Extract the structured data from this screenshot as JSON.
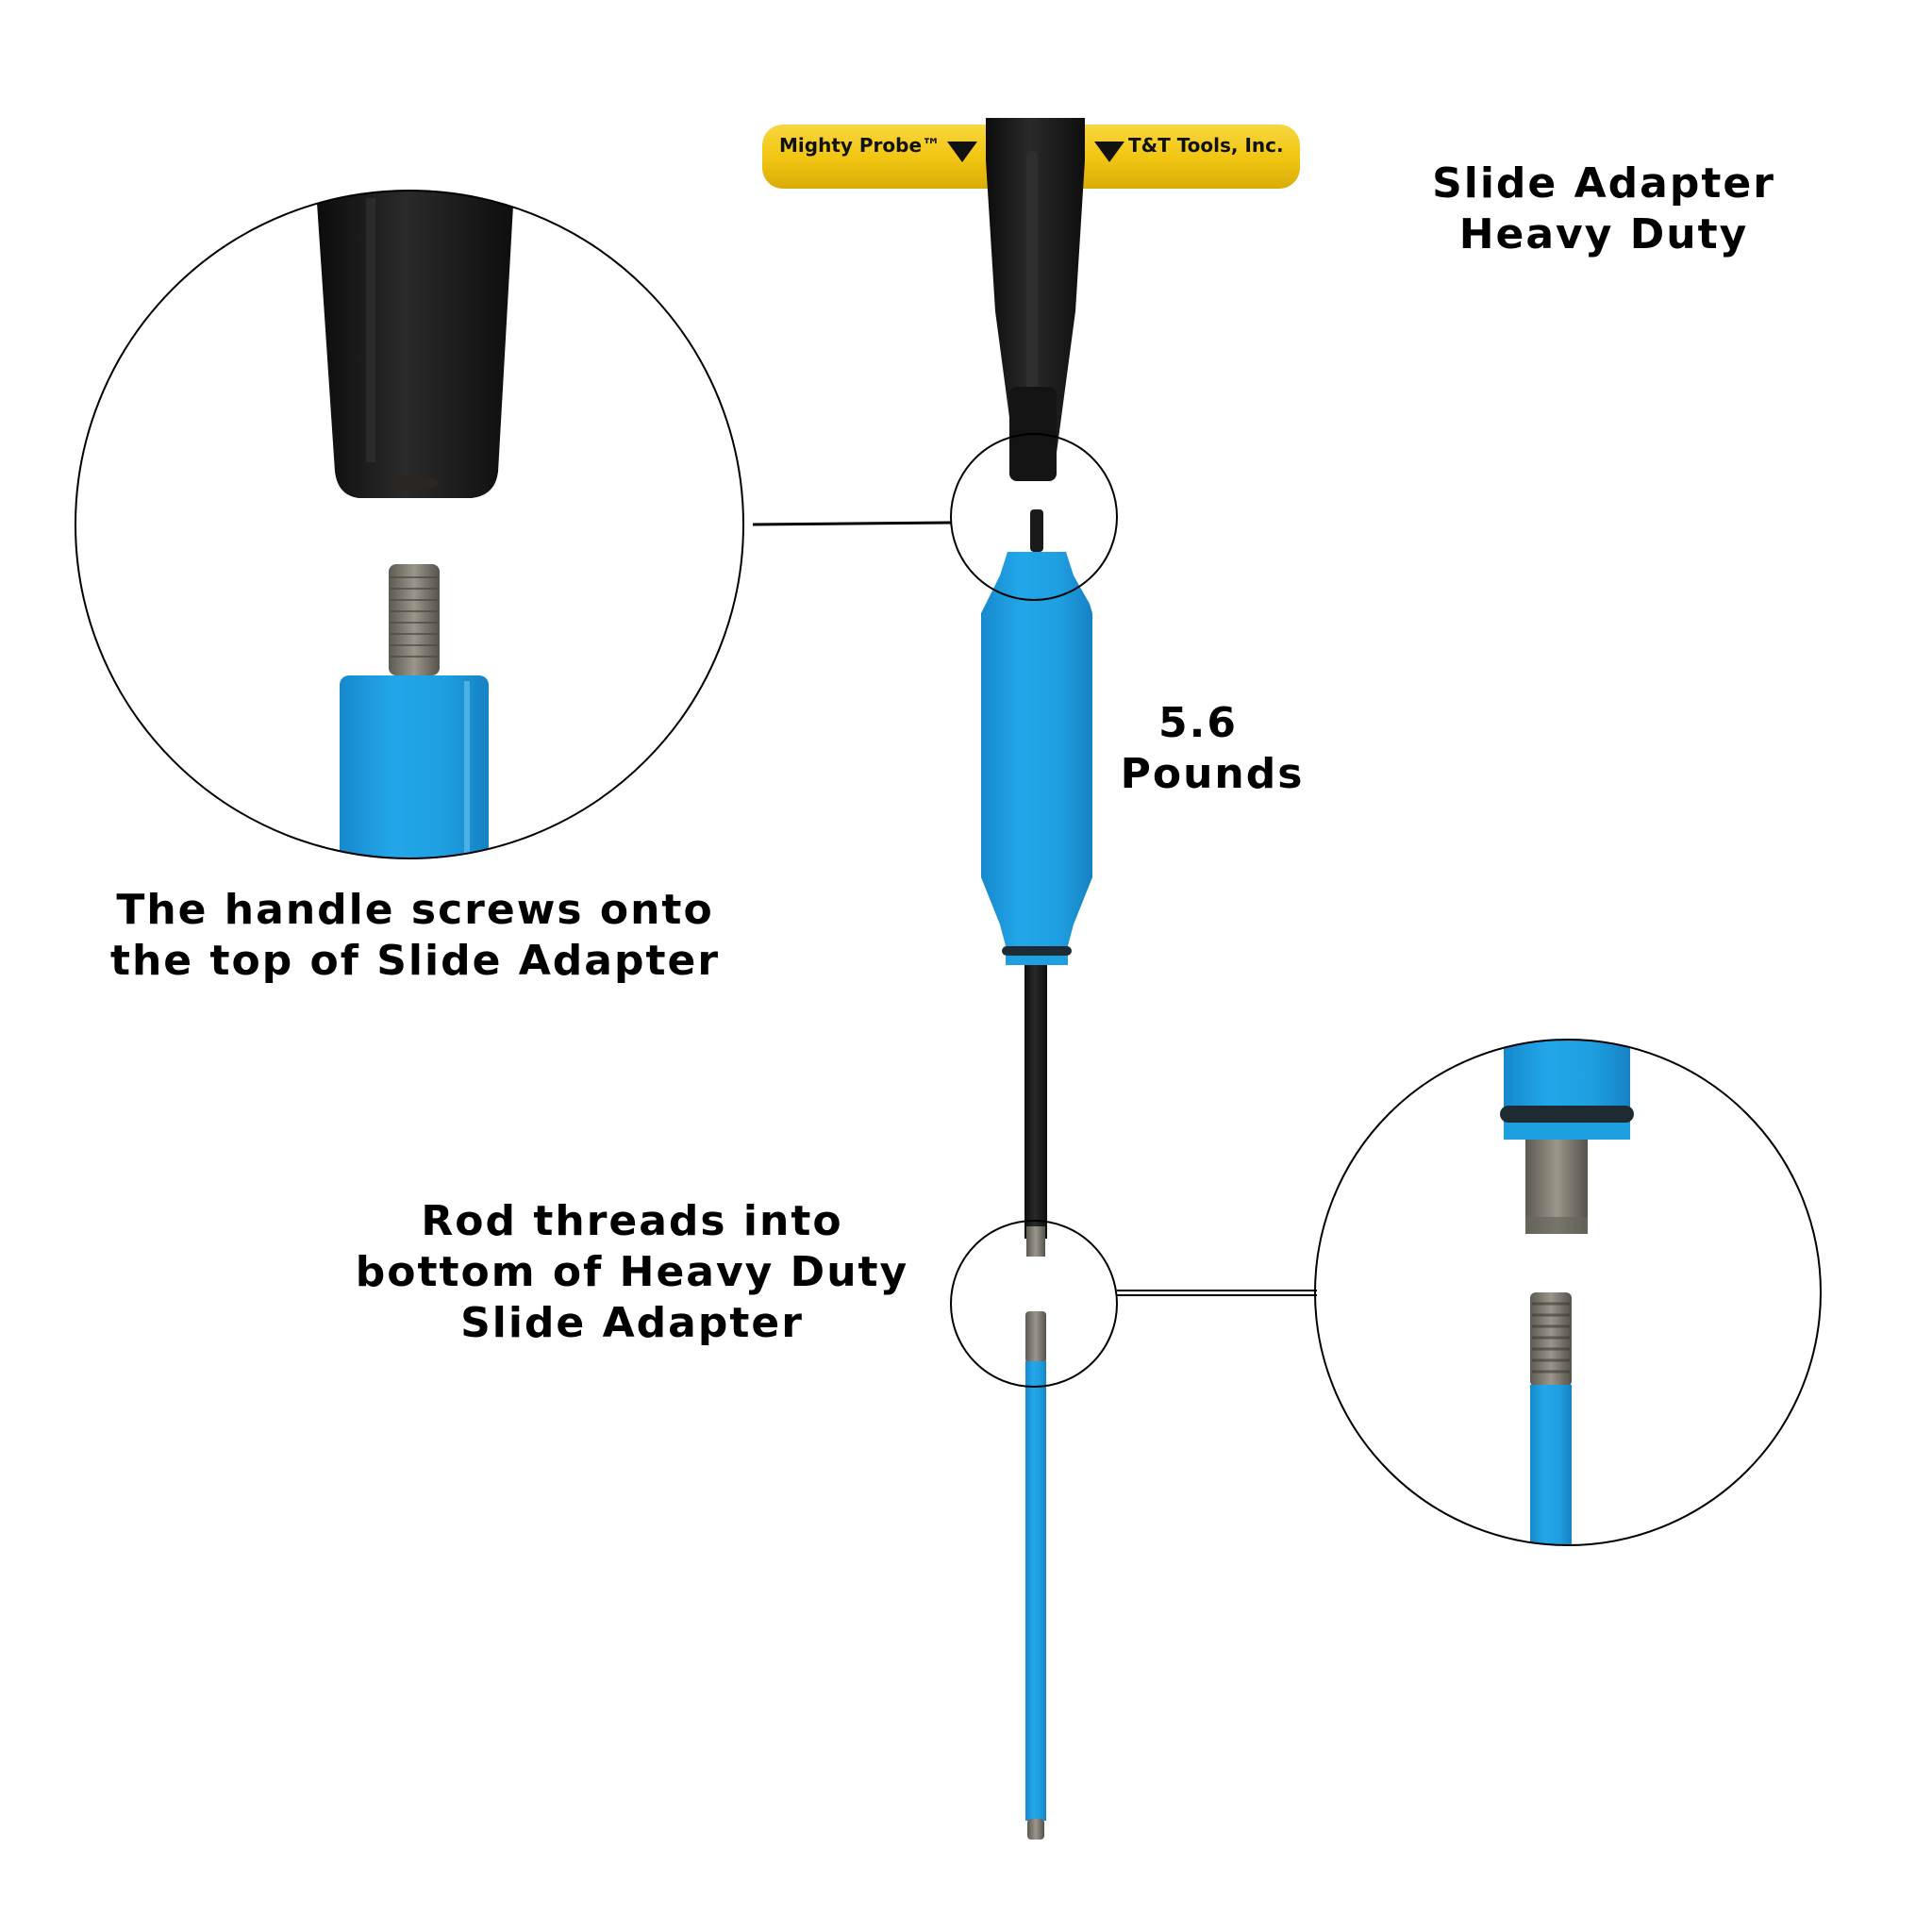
{
  "title": {
    "lines": [
      "Slide Adapter",
      "Heavy Duty"
    ]
  },
  "weight": {
    "lines": [
      "5.6",
      "Pounds"
    ]
  },
  "top_callout": {
    "lines": [
      "The handle screws onto",
      "the top of Slide Adapter"
    ]
  },
  "bottom_callout": {
    "lines": [
      "Rod threads into",
      "bottom of Heavy Duty",
      "Slide Adapter"
    ]
  },
  "handle": {
    "left_brand": "Mighty Probe™",
    "right_brand": "T&T Tools, Inc."
  },
  "colors": {
    "handle_yellow": "#f2c713",
    "adapter_blue": "#1e9fe0",
    "black": "#111111",
    "thread_gray": "#7d7a70",
    "background": "#ffffff"
  }
}
